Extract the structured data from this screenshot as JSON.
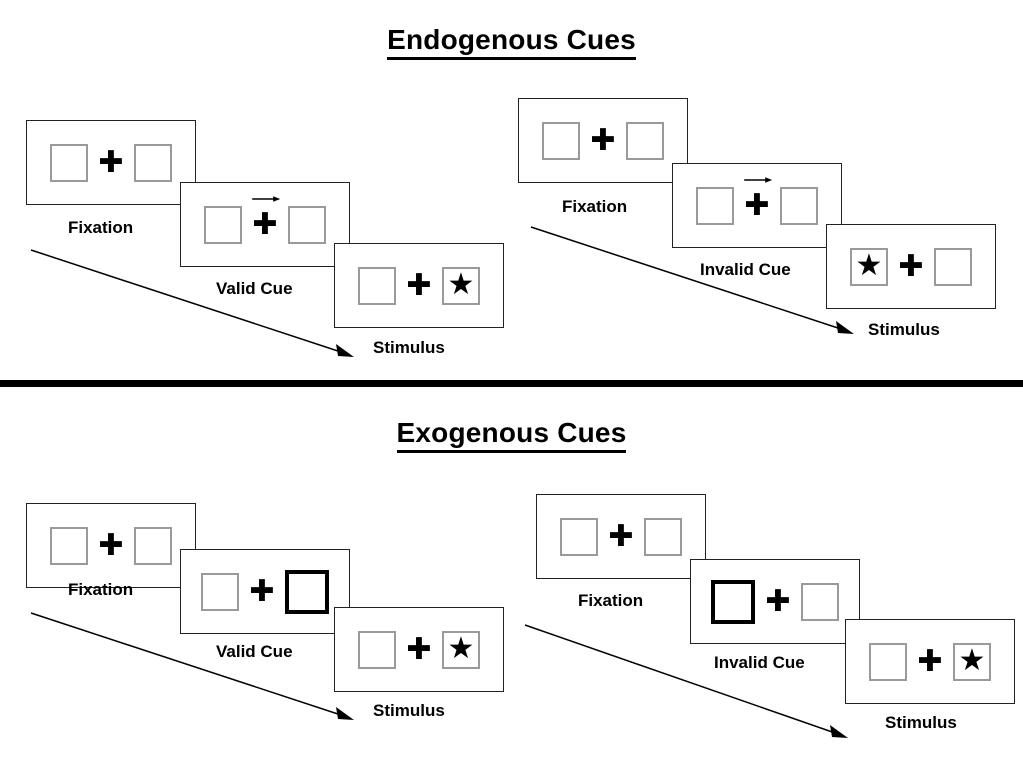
{
  "page": {
    "background": "#ffffff",
    "box_border_color": "#9a9a9a",
    "highlight_border_color": "#000000",
    "panel_border_color": "#222222",
    "text_color": "#000000"
  },
  "sections": [
    {
      "id": "endogenous",
      "title": "Endogenous Cues",
      "sequences": [
        {
          "id": "endogenous-valid",
          "frames": [
            {
              "caption": "Fixation",
              "left_box": {
                "content": "empty",
                "highlighted": false
              },
              "right_box": {
                "content": "empty",
                "highlighted": false
              },
              "center": {
                "fixation": "plus",
                "cue_arrow": "none"
              }
            },
            {
              "caption": "Valid Cue",
              "left_box": {
                "content": "empty",
                "highlighted": false
              },
              "right_box": {
                "content": "empty",
                "highlighted": false
              },
              "center": {
                "fixation": "plus",
                "cue_arrow": "right"
              }
            },
            {
              "caption": "Stimulus",
              "left_box": {
                "content": "empty",
                "highlighted": false
              },
              "right_box": {
                "content": "star",
                "highlighted": false
              },
              "center": {
                "fixation": "plus",
                "cue_arrow": "none"
              }
            }
          ]
        },
        {
          "id": "endogenous-invalid",
          "frames": [
            {
              "caption": "Fixation",
              "left_box": {
                "content": "empty",
                "highlighted": false
              },
              "right_box": {
                "content": "empty",
                "highlighted": false
              },
              "center": {
                "fixation": "plus",
                "cue_arrow": "none"
              }
            },
            {
              "caption": "Invalid Cue",
              "left_box": {
                "content": "empty",
                "highlighted": false
              },
              "right_box": {
                "content": "empty",
                "highlighted": false
              },
              "center": {
                "fixation": "plus",
                "cue_arrow": "right"
              }
            },
            {
              "caption": "Stimulus",
              "left_box": {
                "content": "star",
                "highlighted": false
              },
              "right_box": {
                "content": "empty",
                "highlighted": false
              },
              "center": {
                "fixation": "plus",
                "cue_arrow": "none"
              }
            }
          ]
        }
      ]
    },
    {
      "id": "exogenous",
      "title": "Exogenous Cues",
      "sequences": [
        {
          "id": "exogenous-valid",
          "frames": [
            {
              "caption": "Fixation",
              "left_box": {
                "content": "empty",
                "highlighted": false
              },
              "right_box": {
                "content": "empty",
                "highlighted": false
              },
              "center": {
                "fixation": "plus",
                "cue_arrow": "none"
              }
            },
            {
              "caption": "Valid Cue",
              "left_box": {
                "content": "empty",
                "highlighted": false
              },
              "right_box": {
                "content": "empty",
                "highlighted": true
              },
              "center": {
                "fixation": "plus",
                "cue_arrow": "none"
              }
            },
            {
              "caption": "Stimulus",
              "left_box": {
                "content": "empty",
                "highlighted": false
              },
              "right_box": {
                "content": "star",
                "highlighted": false
              },
              "center": {
                "fixation": "plus",
                "cue_arrow": "none"
              }
            }
          ]
        },
        {
          "id": "exogenous-invalid",
          "frames": [
            {
              "caption": "Fixation",
              "left_box": {
                "content": "empty",
                "highlighted": false
              },
              "right_box": {
                "content": "empty",
                "highlighted": false
              },
              "center": {
                "fixation": "plus",
                "cue_arrow": "none"
              }
            },
            {
              "caption": "Invalid Cue",
              "left_box": {
                "content": "empty",
                "highlighted": true
              },
              "right_box": {
                "content": "empty",
                "highlighted": false
              },
              "center": {
                "fixation": "plus",
                "cue_arrow": "none"
              }
            },
            {
              "caption": "Stimulus",
              "left_box": {
                "content": "empty",
                "highlighted": false
              },
              "right_box": {
                "content": "star",
                "highlighted": false
              },
              "center": {
                "fixation": "plus",
                "cue_arrow": "none"
              }
            }
          ]
        }
      ]
    }
  ],
  "glyphs": {
    "star": "★",
    "plus": "✚"
  },
  "time_arrows": [
    {
      "id": "endogenous-valid-time-arrow",
      "direction": "down-right"
    },
    {
      "id": "endogenous-invalid-time-arrow",
      "direction": "down-right"
    },
    {
      "id": "exogenous-valid-time-arrow",
      "direction": "down-right"
    },
    {
      "id": "exogenous-invalid-time-arrow",
      "direction": "down-right"
    }
  ]
}
